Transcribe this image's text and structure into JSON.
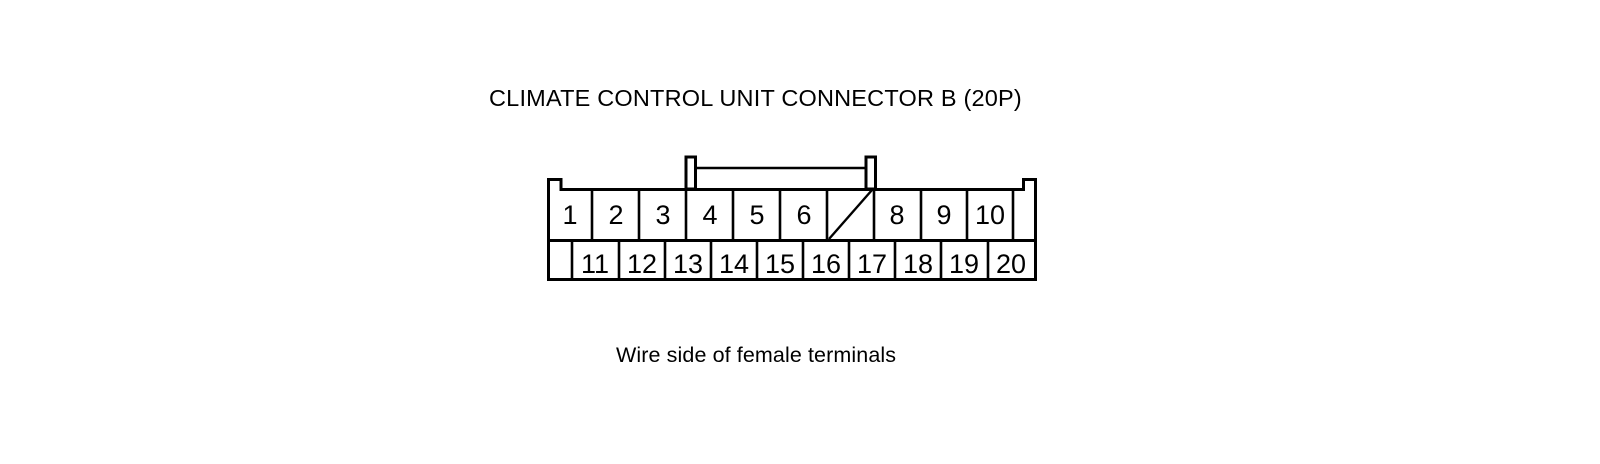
{
  "title": "CLIMATE CONTROL UNIT CONNECTOR B (20P)",
  "caption": "Wire side of female terminals",
  "colors": {
    "ink": "#000000",
    "background": "#ffffff"
  },
  "connector": {
    "type": "20P",
    "name": "CLIMATE CONTROL UNIT CONNECTOR B",
    "view": "Wire side of female terminals",
    "top_row": [
      {
        "label": "1",
        "empty": false,
        "diagonal": false
      },
      {
        "label": "2",
        "empty": false,
        "diagonal": false
      },
      {
        "label": "3",
        "empty": false,
        "diagonal": false
      },
      {
        "label": "4",
        "empty": false,
        "diagonal": false
      },
      {
        "label": "5",
        "empty": false,
        "diagonal": false
      },
      {
        "label": "6",
        "empty": false,
        "diagonal": false
      },
      {
        "label": "",
        "empty": true,
        "diagonal": true
      },
      {
        "label": "8",
        "empty": false,
        "diagonal": false
      },
      {
        "label": "9",
        "empty": false,
        "diagonal": false
      },
      {
        "label": "10",
        "empty": false,
        "diagonal": false
      },
      {
        "label": "",
        "empty": true,
        "diagonal": false
      }
    ],
    "bottom_row": [
      {
        "label": "",
        "empty": true,
        "diagonal": false
      },
      {
        "label": "11",
        "empty": false,
        "diagonal": false
      },
      {
        "label": "12",
        "empty": false,
        "diagonal": false
      },
      {
        "label": "13",
        "empty": false,
        "diagonal": false
      },
      {
        "label": "14",
        "empty": false,
        "diagonal": false
      },
      {
        "label": "15",
        "empty": false,
        "diagonal": false
      },
      {
        "label": "16",
        "empty": false,
        "diagonal": false
      },
      {
        "label": "17",
        "empty": false,
        "diagonal": false
      },
      {
        "label": "18",
        "empty": false,
        "diagonal": false
      },
      {
        "label": "19",
        "empty": false,
        "diagonal": false
      },
      {
        "label": "20",
        "empty": false,
        "diagonal": false
      }
    ]
  }
}
